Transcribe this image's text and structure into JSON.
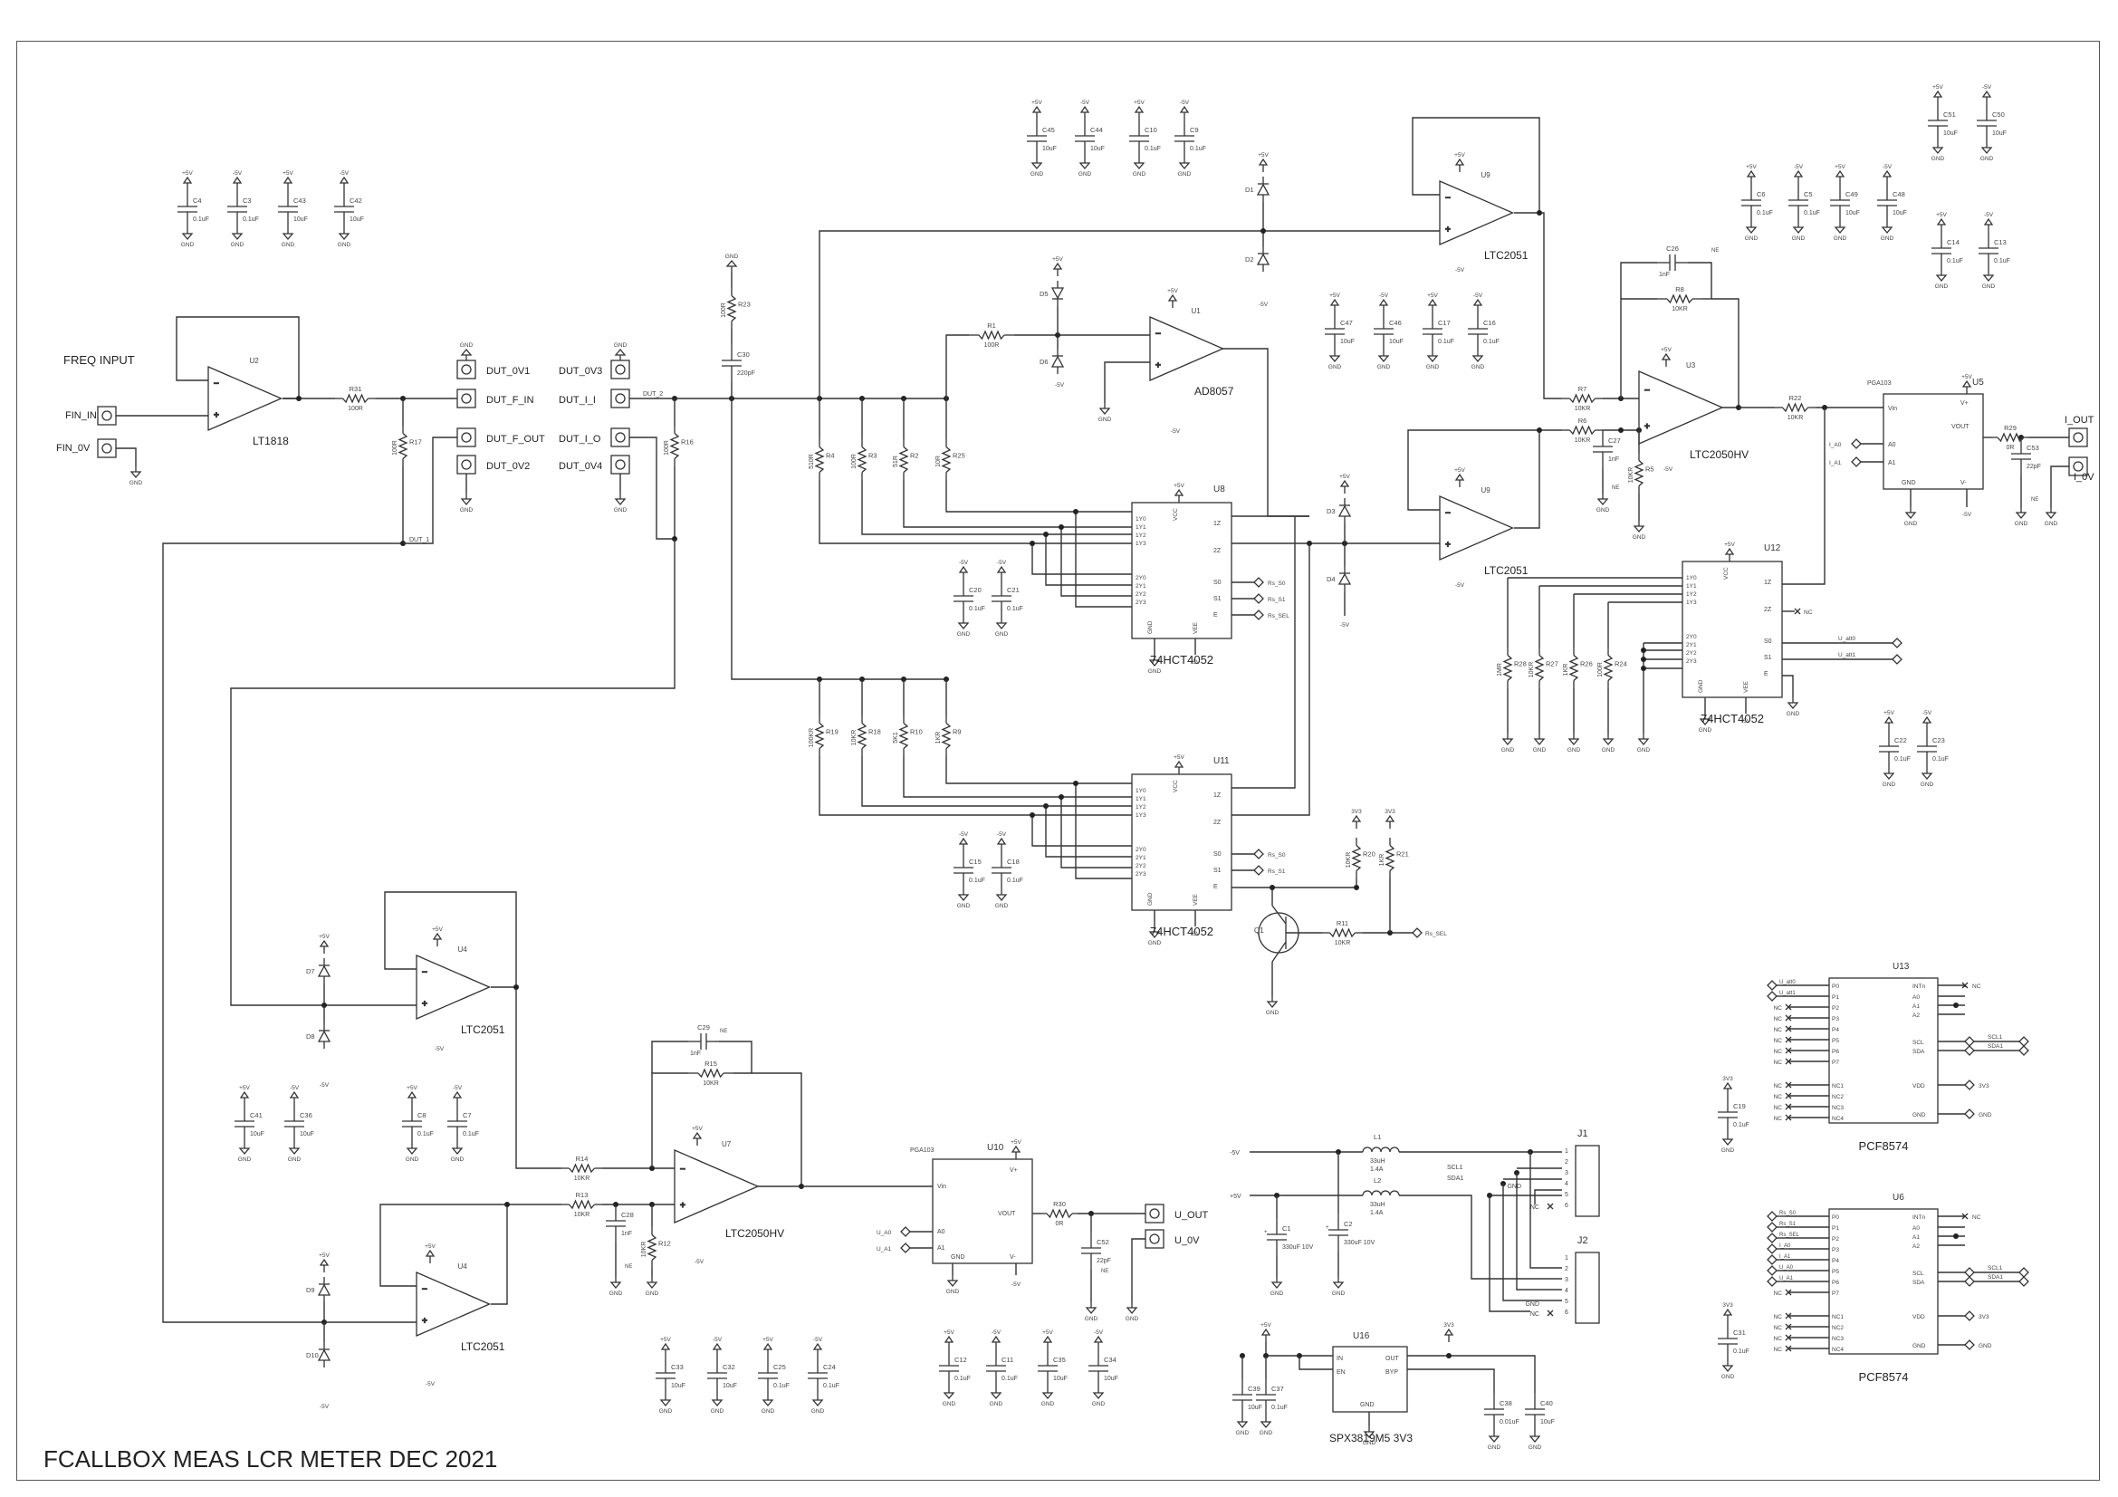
{
  "title": "FCALLBOX MEAS LCR METER DEC 2021",
  "labels": {
    "freq_input": "FREQ INPUT",
    "fin_in": "FIN_IN",
    "fin_0v": "FIN_0V",
    "dut_0v1": "DUT_0V1",
    "dut_f_in": "DUT_F_IN",
    "dut_f_out": "DUT_F_OUT",
    "dut_0v2": "DUT_0V2",
    "dut_0v3": "DUT_0V3",
    "dut_i_i": "DUT_I_I",
    "dut_i_o": "DUT_I_O",
    "dut_0v4": "DUT_0V4",
    "i_out": "I_OUT",
    "i_0v": "I_0V",
    "u_out": "U_OUT",
    "u_0v": "U_0V",
    "net_dut1": "DUT_1",
    "net_dut2": "DUT_2"
  },
  "parts": {
    "U2": "LT1818",
    "U1": "AD8057",
    "U9a": "LTC2051",
    "U9b": "LTC2051",
    "U3": "LTC2050HV",
    "U5": "PGA103",
    "U8": "74HCT4052",
    "U11": "74HCT4052",
    "U12": "74HCT4052",
    "U4a": "LTC2051",
    "U4b": "LTC2051",
    "U7": "LTC2050HV",
    "U10": "PGA103",
    "U13": "PCF8574",
    "U6": "PCF8574",
    "U16": "SPX3819M5 3V3"
  },
  "designators": {
    "U2": "U2",
    "U1": "U1",
    "U9": "U9",
    "U3": "U3",
    "U5": "U5",
    "U8": "U8",
    "U11": "U11",
    "U12": "U12",
    "U4": "U4",
    "U7": "U7",
    "U10": "U10",
    "U13": "U13",
    "U6": "U6",
    "U16": "U16",
    "J1": "J1",
    "J2": "J2",
    "Q1": "Q1"
  },
  "resistors": {
    "R31": [
      "R31",
      "100R"
    ],
    "R17": [
      "R17",
      "100R"
    ],
    "R16": [
      "R16",
      "100R"
    ],
    "R23": [
      "R23",
      "100R"
    ],
    "R1": [
      "R1",
      "100R"
    ],
    "R4": [
      "R4",
      "510R"
    ],
    "R3": [
      "R3",
      "100R"
    ],
    "R2": [
      "R2",
      "51R"
    ],
    "R25": [
      "R25",
      "10R"
    ],
    "R19": [
      "R19",
      "100KR"
    ],
    "R18": [
      "R18",
      "10KR"
    ],
    "R10": [
      "R10",
      "5K1"
    ],
    "R9": [
      "R9",
      "1KR"
    ],
    "R7": [
      "R7",
      "10KR"
    ],
    "R6": [
      "R6",
      "10KR"
    ],
    "R8": [
      "R8",
      "10KR"
    ],
    "R5": [
      "R5",
      "10KR"
    ],
    "R22": [
      "R22",
      "10KR"
    ],
    "R29": [
      "R29",
      "0R"
    ],
    "R28": [
      "R28",
      "1MR"
    ],
    "R27": [
      "R27",
      "10KR"
    ],
    "R26": [
      "R26",
      "1KR"
    ],
    "R24": [
      "R24",
      "100R"
    ],
    "R20": [
      "R20",
      "10KR"
    ],
    "R21": [
      "R21",
      "1KR"
    ],
    "R11": [
      "R11",
      "10KR"
    ],
    "R15": [
      "R15",
      "10KR"
    ],
    "R14": [
      "R14",
      "10KR"
    ],
    "R13": [
      "R13",
      "10KR"
    ],
    "R12": [
      "R12",
      "10KR"
    ],
    "R30": [
      "R30",
      "0R"
    ]
  },
  "capacitors": {
    "C4": [
      "C4",
      "0.1uF"
    ],
    "C3": [
      "C3",
      "0.1uF"
    ],
    "C43": [
      "C43",
      "10uF"
    ],
    "C42": [
      "C42",
      "10uF"
    ],
    "C45": [
      "C45",
      "10uF"
    ],
    "C44": [
      "C44",
      "10uF"
    ],
    "C10": [
      "C10",
      "0.1uF"
    ],
    "C9": [
      "C9",
      "0.1uF"
    ],
    "C30": [
      "C30",
      "220pF"
    ],
    "C47": [
      "C47",
      "10uF"
    ],
    "C46": [
      "C46",
      "10uF"
    ],
    "C17": [
      "C17",
      "0.1uF"
    ],
    "C16": [
      "C16",
      "0.1uF"
    ],
    "C26": [
      "C26",
      "1nF"
    ],
    "C27": [
      "C27",
      "1nF"
    ],
    "C6": [
      "C6",
      "0.1uF"
    ],
    "C5": [
      "C5",
      "0.1uF"
    ],
    "C49": [
      "C49",
      "10uF"
    ],
    "C48": [
      "C48",
      "10uF"
    ],
    "C51": [
      "C51",
      "10uF"
    ],
    "C50": [
      "C50",
      "10uF"
    ],
    "C14": [
      "C14",
      "0.1uF"
    ],
    "C13": [
      "C13",
      "0.1uF"
    ],
    "C53": [
      "C53",
      "22pF"
    ],
    "C20": [
      "C20",
      "0.1uF"
    ],
    "C21": [
      "C21",
      "0.1uF"
    ],
    "C22": [
      "C22",
      "0.1uF"
    ],
    "C23": [
      "C23",
      "0.1uF"
    ],
    "C15": [
      "C15",
      "0.1uF"
    ],
    "C18": [
      "C18",
      "0.1uF"
    ],
    "C41": [
      "C41",
      "10uF"
    ],
    "C36": [
      "C36",
      "10uF"
    ],
    "C8": [
      "C8",
      "0.1uF"
    ],
    "C7": [
      "C7",
      "0.1uF"
    ],
    "C29": [
      "C29",
      "1nF"
    ],
    "C28": [
      "C28",
      "1nF"
    ],
    "C52": [
      "C52",
      "22pF"
    ],
    "C19": [
      "C19",
      "0.1uF"
    ],
    "C31": [
      "C31",
      "0.1uF"
    ],
    "C33": [
      "C33",
      "10uF"
    ],
    "C32": [
      "C32",
      "10uF"
    ],
    "C25": [
      "C25",
      "0.1uF"
    ],
    "C24": [
      "C24",
      "0.1uF"
    ],
    "C12": [
      "C12",
      "0.1uF"
    ],
    "C11": [
      "C11",
      "0.1uF"
    ],
    "C35": [
      "C35",
      "10uF"
    ],
    "C34": [
      "C34",
      "10uF"
    ],
    "C1": [
      "C1",
      "330uF 10V"
    ],
    "C2": [
      "C2",
      "330uF 10V"
    ],
    "C39": [
      "C39",
      "10uF"
    ],
    "C37": [
      "C37",
      "0.1uF"
    ],
    "C38": [
      "C38",
      "0.01uF"
    ],
    "C40": [
      "C40",
      "10uF"
    ]
  },
  "inductors": {
    "L1": [
      "L1",
      "33uH",
      "1.4A"
    ],
    "L2": [
      "L2",
      "33uH",
      "1.4A"
    ]
  },
  "diodes": [
    "D1",
    "D2",
    "D3",
    "D4",
    "D5",
    "D6",
    "D7",
    "D8",
    "D9",
    "D10"
  ],
  "rails": {
    "pos": "+5V",
    "neg": "-5V",
    "gnd": "GND",
    "v33": "3V3",
    "ne": "NE"
  },
  "mux_pins": {
    "in1": [
      "1Y0",
      "1Y1",
      "1Y2",
      "1Y3"
    ],
    "in2": [
      "2Y0",
      "2Y1",
      "2Y2",
      "2Y3"
    ],
    "out": [
      "1Z",
      "2Z"
    ],
    "ctrl": [
      "S0",
      "S1",
      "E"
    ],
    "pwr": [
      "VCC",
      "GND",
      "VEE"
    ]
  },
  "mux_nets": {
    "U8": [
      "Rs_S0",
      "Rs_S1",
      "Rs_SEL"
    ],
    "U11": [
      "Rs_S0",
      "Rs_S1"
    ],
    "U12": [
      "U_att0",
      "U_att1"
    ],
    "q1": "Rs_SEL"
  },
  "pga_pins": {
    "vin": "Vin",
    "vout": "VOUT",
    "a0": "A0",
    "a1": "A1",
    "vp": "V+",
    "vn": "V-",
    "gnd": "GND"
  },
  "pga_nets": {
    "u5": [
      "I_A0",
      "I_A1"
    ],
    "u10": [
      "U_A0",
      "U_A1"
    ]
  },
  "pcf_pins": {
    "left": [
      "P0",
      "P1",
      "P2",
      "P3",
      "P4",
      "P5",
      "P6",
      "P7"
    ],
    "nc": [
      "NC1",
      "NC2",
      "NC3",
      "NC4"
    ],
    "right": [
      "INTn",
      "A0",
      "A1",
      "A2",
      "SCL",
      "SDA",
      "VDD",
      "GND"
    ]
  },
  "pcf_nets": {
    "u13": [
      "U_att0",
      "U_att1",
      "NC",
      "NC",
      "NC",
      "NC",
      "NC",
      "NC"
    ],
    "u6": [
      "Rs_S0",
      "Rs_S1",
      "Rs_SEL",
      "I_A0",
      "I_A1",
      "U_A0",
      "U_A1",
      "NC"
    ],
    "scl": "SCL1",
    "sda": "SDA1"
  },
  "ldo_pins": {
    "in": "IN",
    "en": "EN",
    "out": "OUT",
    "byp": "BYP",
    "gnd": "GND"
  },
  "nc": "NC"
}
